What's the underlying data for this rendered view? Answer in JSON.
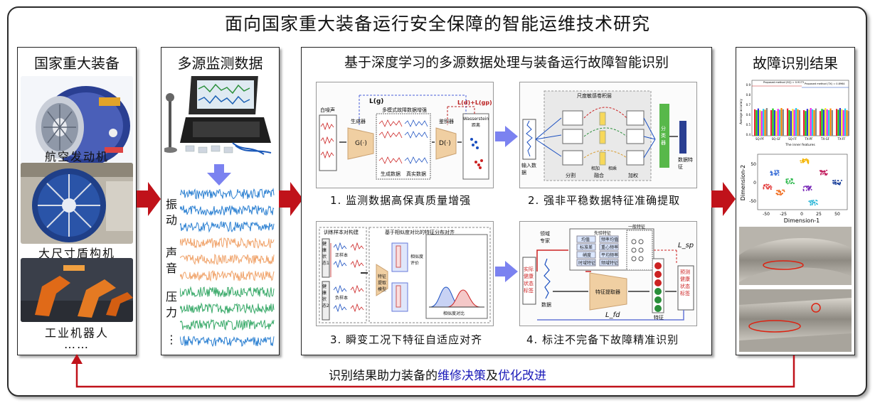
{
  "title": "面向国家重大装备运行安全保障的智能运维技术研究",
  "panels": {
    "equipment": {
      "title": "国家重大装备",
      "items": [
        "航空发动机",
        "大尺寸盾构机",
        "工业机器人"
      ],
      "ellipsis": "……"
    },
    "monitoring": {
      "title": "多源监测数据",
      "signals": [
        "振动",
        "声音",
        "压力"
      ],
      "more": "⋮"
    },
    "method": {
      "title": "基于深度学习的多源数据处理与装备运行故障智能识别",
      "tasks": [
        "1. 监测数据高保真质量增强",
        "2. 强非平稳数据特征准确提取",
        "3. 瞬变工况下特征自适应对齐",
        "4. 标注不完备下故障精准识别"
      ],
      "diagram1": {
        "noise": "白噪声",
        "generator": "生成器",
        "gen_func": "G(·)",
        "augment": "多模式故障数据增强",
        "disc": "鉴别器",
        "disc_func": "D(·)",
        "wass": "Wasserstein距离",
        "loss_g": "L(g)",
        "loss_d": "L(d)+L(gp)",
        "gen_data": "生成数据",
        "real_data": "真实数据"
      },
      "diagram2": {
        "module": "尺度敏感卷积层",
        "input": "输入数据",
        "split": "分割",
        "fuse": "融合",
        "weight": "加权",
        "feature": "数据特征",
        "add": "相加",
        "mul": "相乘",
        "classifier": "分类器"
      },
      "diagram3": {
        "sample": "训练样本对构建",
        "health1": "健康状态1",
        "health2": "健康状态2",
        "pos": "正样本",
        "neg": "负样本",
        "align": "基于相似度对比的特征分布对齐",
        "extractor": "特征提取模型",
        "sim": "相似度评价",
        "compare": "相似度对比"
      },
      "diagram4": {
        "expert": "领域专家",
        "prior": "先验特征",
        "general": "一般特征",
        "actual": "实际健康状态标签",
        "data": "数据",
        "extractor": "特征提取器",
        "feature": "特征",
        "pred": "预测健康状态标签",
        "loss_sp": "L_sp",
        "loss_fd": "L_fd",
        "prior_items": [
          "均值",
          "频率均值",
          "标准差",
          "重心频率",
          "峭度",
          "平均频率",
          "时域特征",
          "频域特征"
        ]
      }
    },
    "results": {
      "title": "故障识别结果",
      "bar_chart": {
        "ylabel": "Average accuracy",
        "xlabel": "The inner features",
        "legend1": "Proposed method (SQ) = 0.9173",
        "legend2": "Proposed method (TX) = 0.8964",
        "categories": [
          "SQ-PF",
          "SQ-GF",
          "SQ-FF",
          "TX-PF",
          "TX-GF",
          "TX-FF"
        ],
        "yticks": [
          "0.9",
          "0.8",
          "0.7",
          "0.6",
          "0.5",
          "0.4"
        ]
      },
      "scatter": {
        "xlabel": "Dimension-1",
        "ylabel": "Dimension-2",
        "xticks": [
          "-50",
          "-25",
          "0",
          "25",
          "50"
        ],
        "yticks": [
          "50",
          "0",
          "-50"
        ]
      }
    }
  },
  "bottom": {
    "prefix": "识别结果助力装备的",
    "hl1": "维修决策",
    "mid": "及",
    "hl2": "优化改进"
  },
  "colors": {
    "arrow_red": "#c0121a",
    "arrow_blue": "#7b82f0",
    "vibration": "#2a7fd1",
    "sound": "#f0a36a",
    "pressure": "#3aaa6a"
  }
}
